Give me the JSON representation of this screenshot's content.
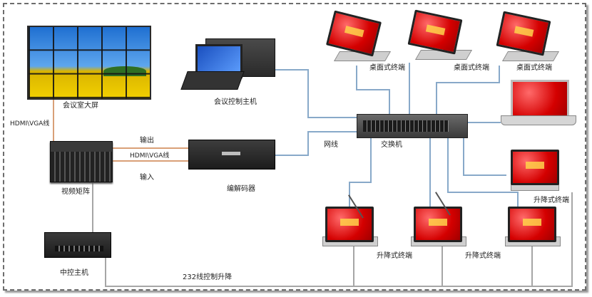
{
  "labels": {
    "video_wall": "会议室大屏",
    "control_host": "会议控制主机",
    "video_matrix": "视频矩阵",
    "codec": "编解码器",
    "switch": "交换机",
    "central_control": "中控主机",
    "desktop_terminal": "桌面式终端",
    "lift_terminal": "升降式终端",
    "hdmi_vga_vertical": "HDMI\\VGA线",
    "hdmi_vga_middle": "HDMI\\VGA线",
    "output": "输出",
    "input": "输入",
    "network_cable": "网线",
    "rs232": "232线控制升降"
  },
  "colors": {
    "line_blue": "#88a9c9",
    "line_orange": "#d9a077",
    "line_gray": "#a6a6a6",
    "terminal_red": "#d40000"
  }
}
